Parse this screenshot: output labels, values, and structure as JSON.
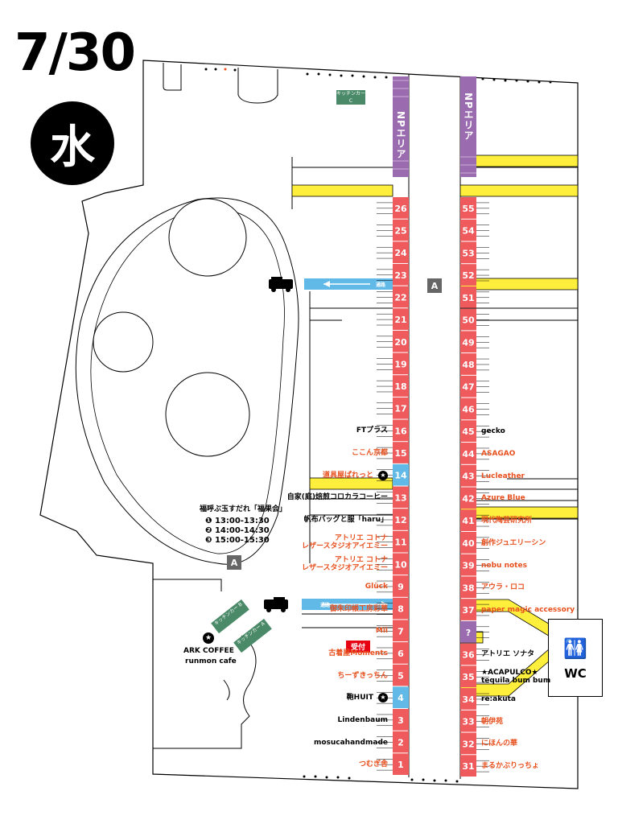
{
  "header": {
    "date": "7/30",
    "weekday": "水"
  },
  "areas": {
    "np": "NPエリア",
    "a_label": "A",
    "kitchen_c": "キッチンカー\nC",
    "kitchen_b": "キッチンカー B",
    "kitchen_a": "キッチンカー A"
  },
  "road": {
    "label": "通路"
  },
  "wc": {
    "label": "WC",
    "icon": "restroom-icon"
  },
  "event": {
    "title": "福呼ぶ玉すだれ「福果会」",
    "times": [
      "❶ 13:00-13:30",
      "❷ 14:00-14:30",
      "❸ 15:00-15:30"
    ]
  },
  "ark": {
    "line1": "ARK COFFEE",
    "line2": "runmon cafe"
  },
  "reception": "受付",
  "left_booths": [
    {
      "n": "26"
    },
    {
      "n": "25"
    },
    {
      "n": "24"
    },
    {
      "n": "23"
    },
    {
      "n": "22"
    },
    {
      "n": "21"
    },
    {
      "n": "20"
    },
    {
      "n": "19"
    },
    {
      "n": "18"
    },
    {
      "n": "17"
    },
    {
      "n": "16",
      "label": "FTプラス",
      "c": "k"
    },
    {
      "n": "15",
      "label": "ここん京都",
      "c": "o"
    },
    {
      "n": "14",
      "label": "道具屋ぱれっと",
      "c": "o",
      "star": true,
      "blue": true
    },
    {
      "n": "13",
      "label": "自家(庭)焙煎コロカラコーヒー",
      "c": "k"
    },
    {
      "n": "12",
      "label": "帆布バッグと服「haru」",
      "c": "k"
    },
    {
      "n": "11",
      "label": "アトリエ コトナ\nレザースタジオアイエミー",
      "c": "o"
    },
    {
      "n": "10",
      "label": "アトリエ コトナ\nレザースタジオアイエミー",
      "c": "o"
    },
    {
      "n": "9",
      "label": "Glück",
      "c": "o"
    },
    {
      "n": "8",
      "label": "御朱印帳工房彩華",
      "c": "o"
    },
    {
      "n": "7",
      "label": "Mii",
      "c": "o"
    },
    {
      "n": "6",
      "label": "古着屋Moments",
      "c": "o"
    },
    {
      "n": "5",
      "label": "ちーずきっちん",
      "c": "o"
    },
    {
      "n": "4",
      "label": "鞄HUIT",
      "c": "k",
      "star": true,
      "blue": true
    },
    {
      "n": "3",
      "label": "Lindenbaum",
      "c": "k"
    },
    {
      "n": "2",
      "label": "mosucahandmade",
      "c": "k"
    },
    {
      "n": "1",
      "label": "つむぎ舎",
      "c": "o"
    }
  ],
  "right_booths": [
    {
      "n": "55"
    },
    {
      "n": "54"
    },
    {
      "n": "53"
    },
    {
      "n": "52"
    },
    {
      "n": "51"
    },
    {
      "n": "50"
    },
    {
      "n": "49"
    },
    {
      "n": "48"
    },
    {
      "n": "47"
    },
    {
      "n": "46"
    },
    {
      "n": "45",
      "label": "gecko",
      "c": "k"
    },
    {
      "n": "44",
      "label": "ASAGAO",
      "c": "o"
    },
    {
      "n": "43",
      "label": "Lucleather",
      "c": "o"
    },
    {
      "n": "42",
      "label": "Azure Blue",
      "c": "o"
    },
    {
      "n": "41",
      "label": "現代陶芸研究所",
      "c": "o"
    },
    {
      "n": "40",
      "label": "創作ジュエリーシン",
      "c": "o"
    },
    {
      "n": "39",
      "label": "nobu notes",
      "c": "o"
    },
    {
      "n": "38",
      "label": "アウラ・ロコ",
      "c": "o"
    },
    {
      "n": "37",
      "label": "paper magic accessory",
      "c": "o"
    },
    {
      "n": "?",
      "purple": true
    },
    {
      "n": "36",
      "label": "アトリエ ソナタ",
      "c": "k"
    },
    {
      "n": "35",
      "label": "★ACAPULCO★\ntequila bum bum",
      "c": "k"
    },
    {
      "n": "34",
      "label": "re:akuta",
      "c": "k"
    },
    {
      "n": "33",
      "label": "朝伊苑",
      "c": "o"
    },
    {
      "n": "32",
      "label": "にほんの華",
      "c": "o"
    },
    {
      "n": "31",
      "label": "まるかぶりっちょ",
      "c": "o"
    }
  ],
  "colors": {
    "booth": "#ef5a5d",
    "blue": "#60b9e6",
    "purple": "#9b6bb0",
    "yellow": "#ffef3d",
    "green": "#4a8a68",
    "orange": "#e8501e"
  }
}
